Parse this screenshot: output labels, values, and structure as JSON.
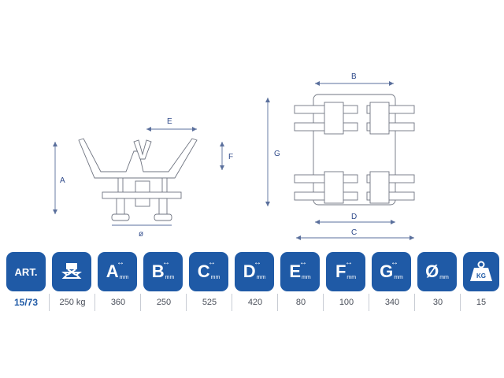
{
  "dimension_labels": {
    "left": [
      "A",
      "E",
      "F",
      "ø"
    ],
    "right": [
      "B",
      "G",
      "D",
      "C"
    ]
  },
  "header": [
    "ART.",
    "",
    "A",
    "B",
    "C",
    "D",
    "E",
    "F",
    "G",
    "Ø",
    "KG"
  ],
  "header_units": [
    "",
    "",
    "mm",
    "mm",
    "mm",
    "mm",
    "mm",
    "mm",
    "mm",
    "mm",
    ""
  ],
  "header_icons": [
    "",
    "lift-truck-icon",
    "",
    "",
    "",
    "",
    "",
    "",
    "",
    "",
    "weight-icon"
  ],
  "values": [
    "15/73",
    "250 kg",
    "360",
    "250",
    "525",
    "420",
    "80",
    "100",
    "340",
    "30",
    "15"
  ],
  "colors": {
    "accent": "#1f5aa6",
    "line": "#5a6f9c"
  }
}
